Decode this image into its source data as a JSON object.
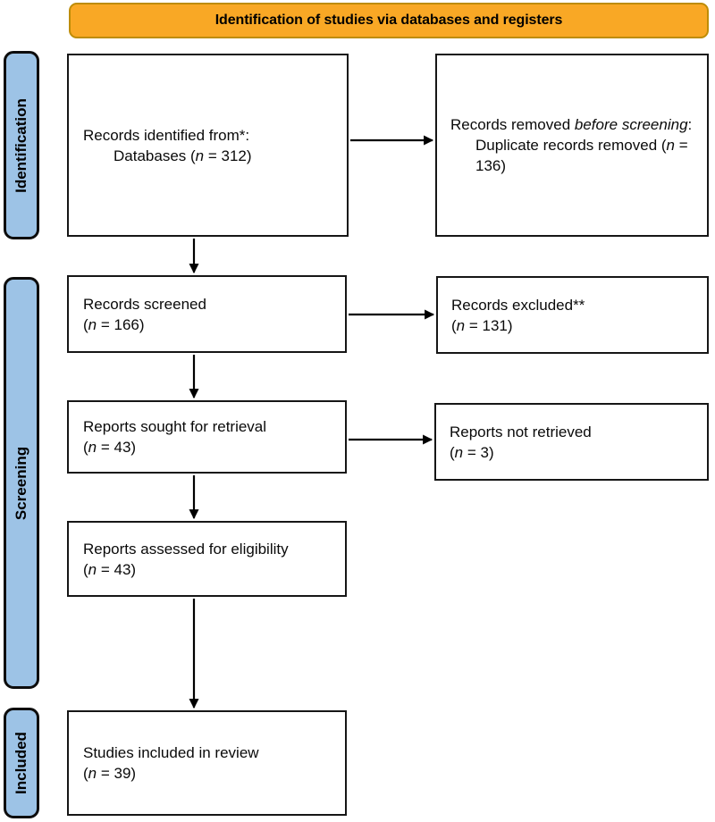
{
  "banner": {
    "label": "Identification of studies via databases and registers"
  },
  "stages": [
    {
      "id": "identification",
      "label": "Identification"
    },
    {
      "id": "screening",
      "label": "Screening"
    },
    {
      "id": "included",
      "label": "Included"
    }
  ],
  "boxes": {
    "records_identified": {
      "title": "Records identified from*:",
      "sub_pre": "Databases (",
      "n": "n",
      "sub_post": " = 312)"
    },
    "records_removed": {
      "title_pre": "Records removed ",
      "title_italic": "before screening",
      "title_post": ":",
      "sub_pre": "Duplicate records removed (",
      "n": "n",
      "sub_post": " = 136)"
    },
    "records_screened": {
      "title": "Records screened",
      "count_pre": "(",
      "n": "n",
      "count_post": " = 166)"
    },
    "records_excluded": {
      "title": "Records excluded**",
      "count_pre": "(",
      "n": "n",
      "count_post": " = 131)"
    },
    "reports_sought": {
      "title": "Reports sought for retrieval",
      "count_pre": "(",
      "n": "n",
      "count_post": " = 43)"
    },
    "reports_not_retrieved": {
      "title": "Reports not retrieved",
      "count_pre": "(",
      "n": "n",
      "count_post": " = 3)"
    },
    "reports_assessed": {
      "title": "Reports assessed for eligibility",
      "count_pre": "(",
      "n": "n",
      "count_post": " = 43)"
    },
    "studies_included": {
      "title": "Studies included in review",
      "count_pre": "(",
      "n": "n",
      "count_post": " = 39)"
    }
  },
  "colors": {
    "banner_fill": "#F9A825",
    "banner_border": "#BE8C06",
    "stage_fill": "#9DC3E6",
    "stage_border": "#0D0D0D",
    "box_border": "#161616",
    "arrow": "#000000",
    "background": "#FFFFFF"
  }
}
